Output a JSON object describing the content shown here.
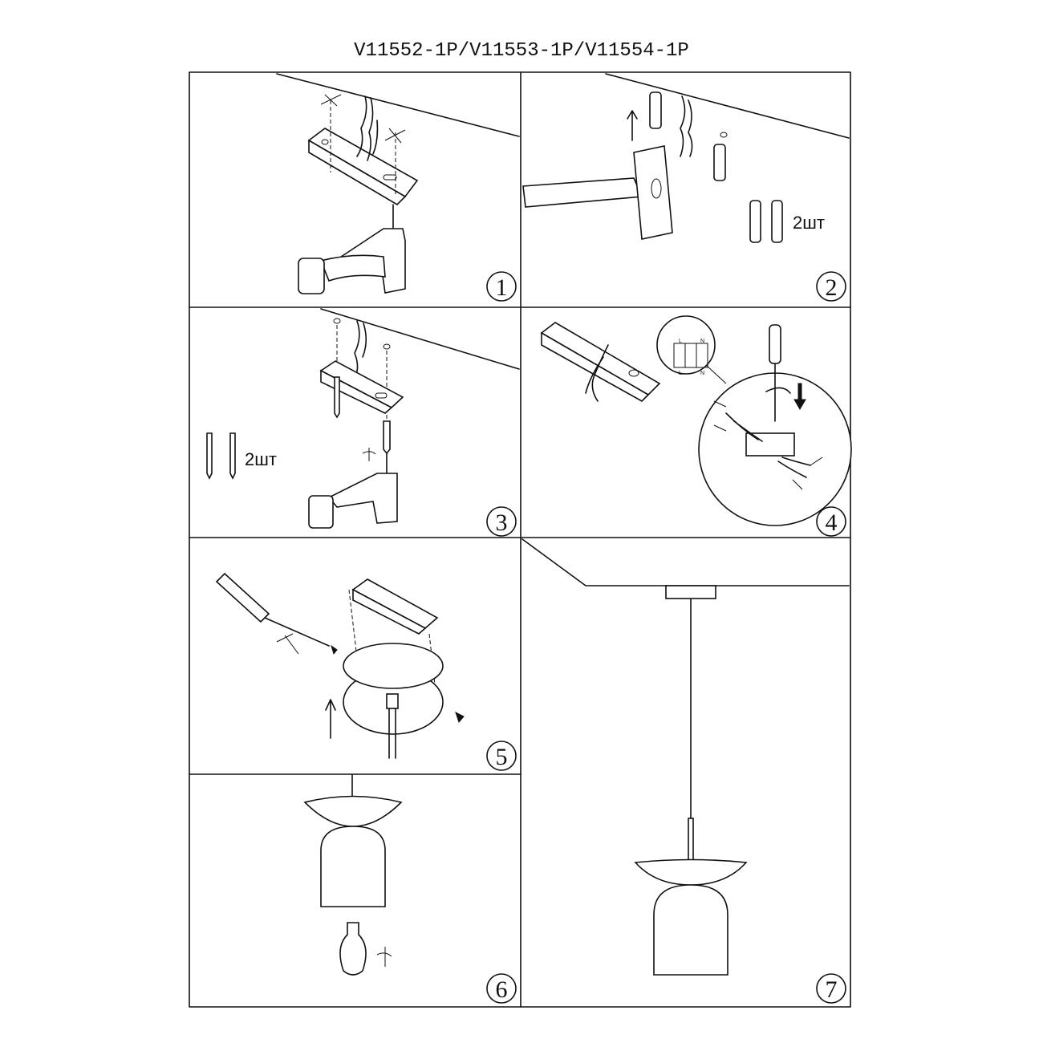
{
  "title": "V11552-1P/V11553-1P/V11554-1P",
  "steps": [
    {
      "number": "1"
    },
    {
      "number": "2",
      "quantity_label": "2шт"
    },
    {
      "number": "3",
      "quantity_label": "2шт"
    },
    {
      "number": "4",
      "terminal_labels": [
        "L",
        "N",
        "L",
        "N"
      ]
    },
    {
      "number": "5"
    },
    {
      "number": "6"
    },
    {
      "number": "7"
    }
  ]
}
